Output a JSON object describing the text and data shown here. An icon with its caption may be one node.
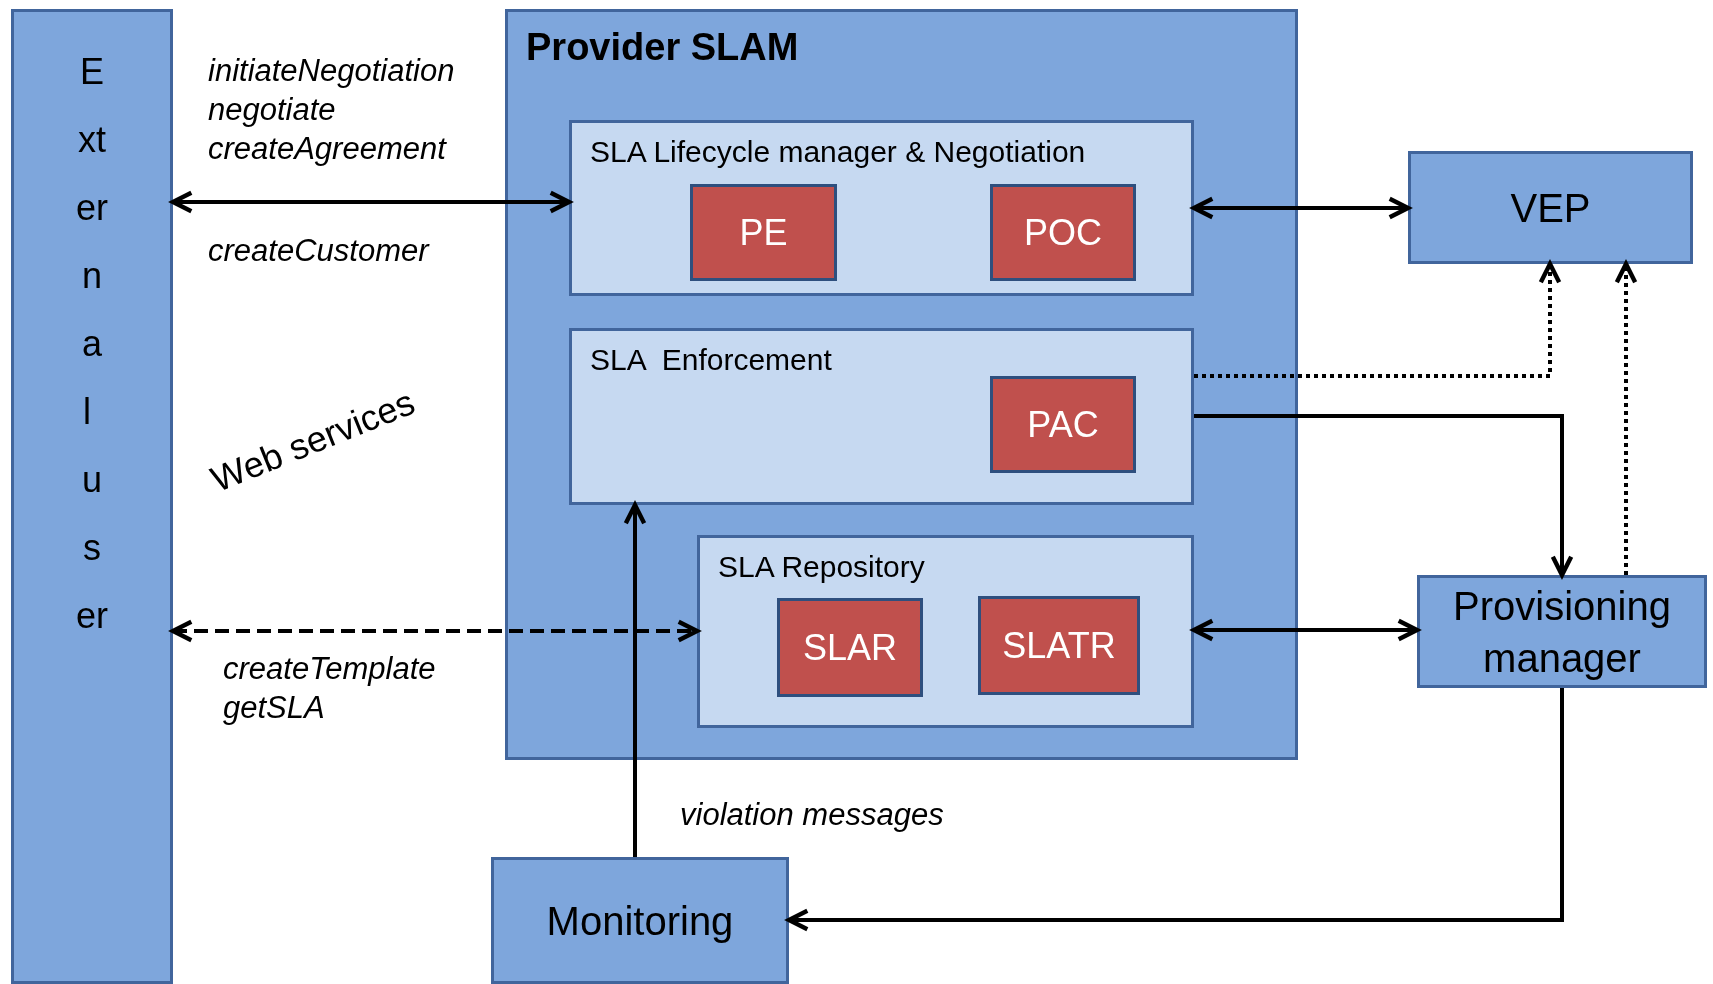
{
  "diagram": {
    "nodes": [
      {
        "text": [
          "External user"
        ]
      },
      {
        "text": [
          "Provider SLAM"
        ]
      },
      {
        "text": [
          "SLA Lifecycle manager & Negotiation"
        ],
        "in": 1
      },
      {
        "text": [
          "PE"
        ],
        "in": 2
      },
      {
        "text": [
          "POC"
        ],
        "in": 2
      },
      {
        "text": [
          "SLA  Enforcement"
        ],
        "in": 1
      },
      {
        "text": [
          "PAC"
        ],
        "in": 5
      },
      {
        "text": [
          "SLA Repository"
        ],
        "in": 1
      },
      {
        "text": [
          "SLAR"
        ],
        "in": 7
      },
      {
        "text": [
          "SLATR"
        ],
        "in": 7
      },
      {
        "text": [
          "VEP"
        ]
      },
      {
        "text": [
          "Provisioning manager"
        ]
      },
      {
        "text": [
          "Monitoring"
        ]
      }
    ],
    "edges": [
      {
        "from": 0,
        "to": 2,
        "arrow": "both",
        "label": "initiateNegotiation negotiate createAgreement"
      },
      {
        "from": 0,
        "to": 7,
        "arrow": "both",
        "style": "dashed",
        "label": "createTemplate getSLA"
      },
      {
        "from": 2,
        "to": 10,
        "arrow": "both"
      },
      {
        "from": 5,
        "to": 10,
        "arrow": "to",
        "style": "dashed"
      },
      {
        "from": 5,
        "to": 11,
        "arrow": "to"
      },
      {
        "from": 11,
        "to": 10,
        "arrow": "to",
        "style": "dashed"
      },
      {
        "from": 7,
        "to": 11,
        "arrow": "both"
      },
      {
        "from": 11,
        "to": 12,
        "arrow": "to"
      },
      {
        "from": 12,
        "to": 5,
        "arrow": "to",
        "label": "violation messages"
      }
    ],
    "labels": [
      "createCustomer",
      "Web services"
    ]
  }
}
